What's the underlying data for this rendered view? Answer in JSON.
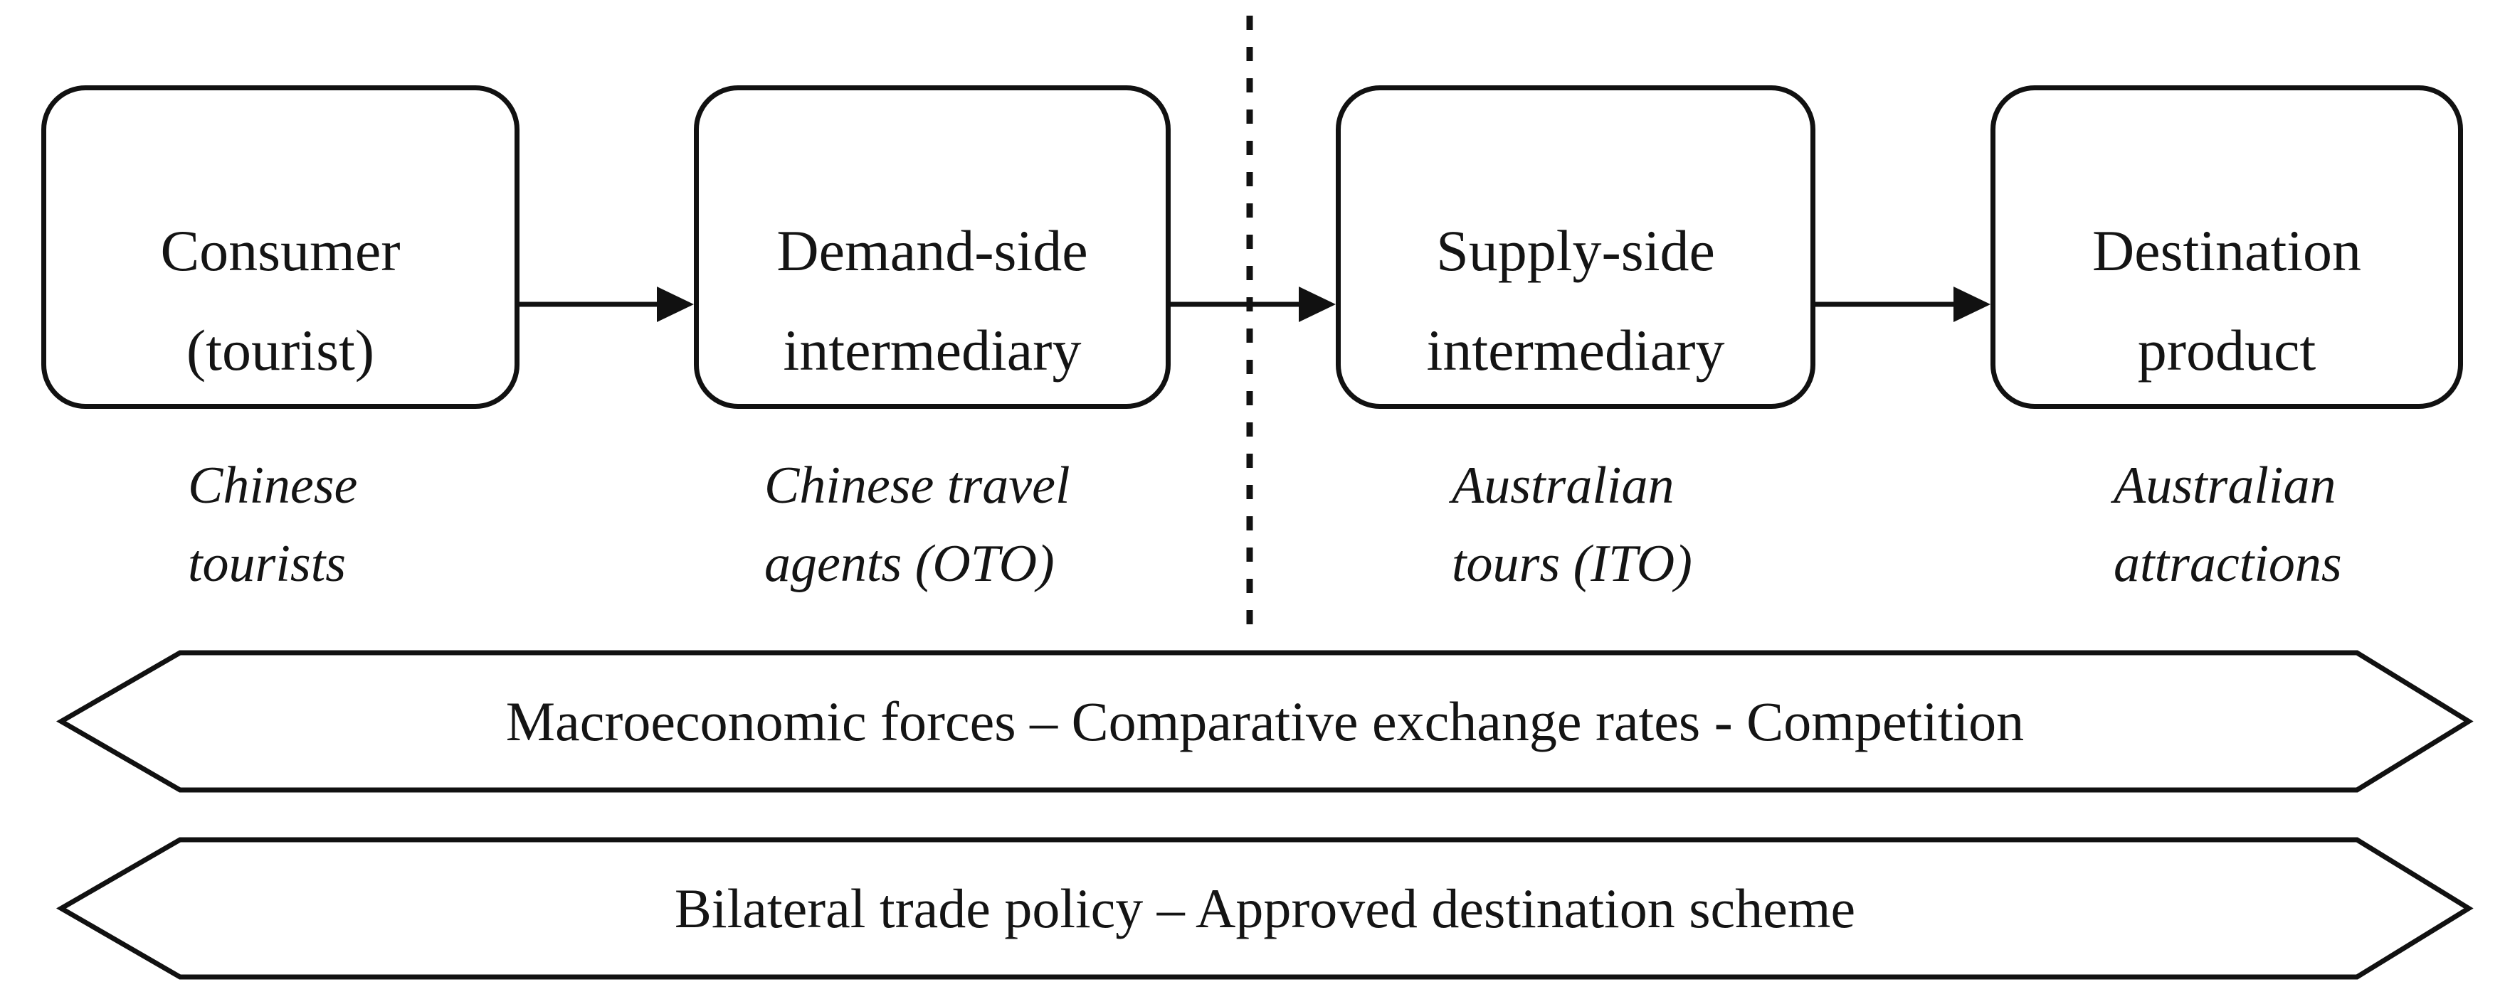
{
  "figure": {
    "colors": {
      "background": "#ffffff",
      "stroke": "#111111",
      "text": "#141414"
    },
    "flow": {
      "boxes": [
        {
          "line1": "Consumer",
          "line2": "(tourist)",
          "label_line1": "Chinese",
          "label_line2": "tourists"
        },
        {
          "line1": "Demand-side",
          "line2": "intermediary",
          "label_line1": "Chinese travel",
          "label_line2": "agents (OTO)"
        },
        {
          "line1": "Supply-side",
          "line2": "intermediary",
          "label_line1": "Australian",
          "label_line2": "tours (ITO)"
        },
        {
          "line1": "Destination",
          "line2": "product",
          "label_line1": "Australian",
          "label_line2": "attractions"
        }
      ]
    },
    "banners": [
      {
        "text": "Macroeconomic forces – Comparative exchange rates - Competition"
      },
      {
        "text": "Bilateral trade policy – Approved destination scheme"
      }
    ]
  }
}
